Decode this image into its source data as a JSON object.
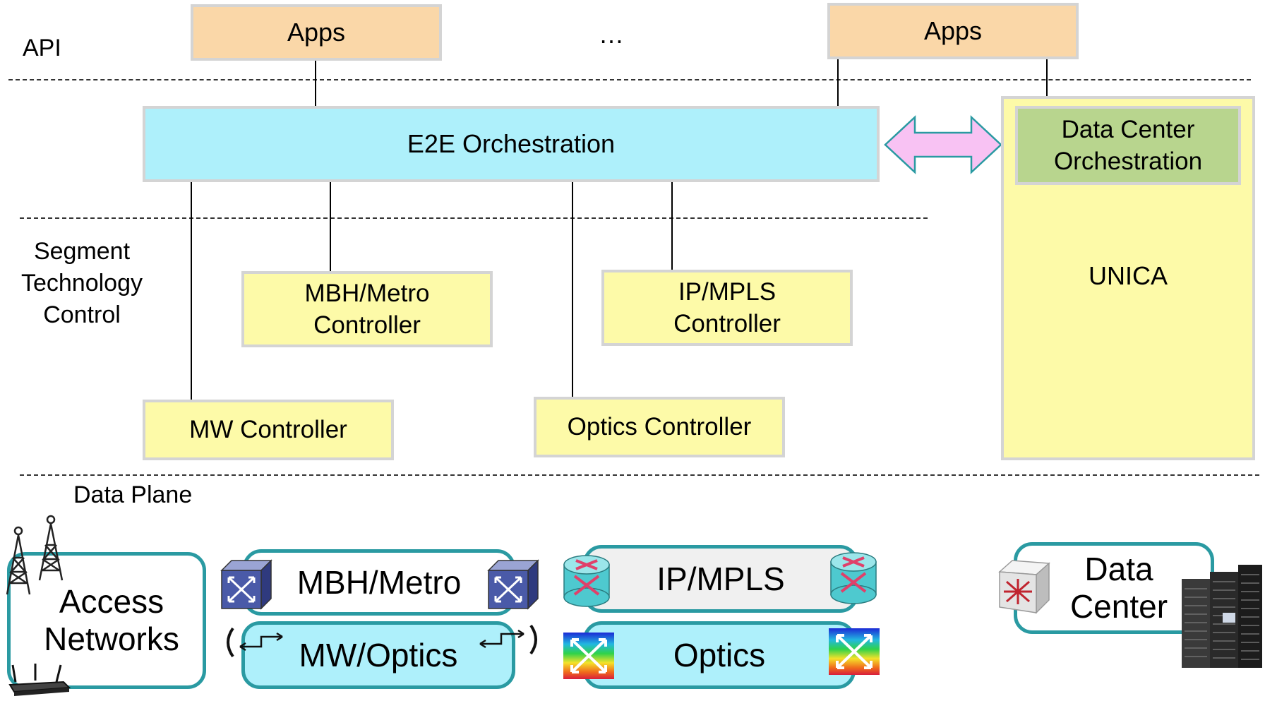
{
  "layers": {
    "api": "API",
    "segment": "Segment\nTechnology\nControl",
    "data_plane": "Data Plane"
  },
  "top": {
    "apps_left": "Apps",
    "ellipsis": "…",
    "apps_right": "Apps"
  },
  "orchestration": {
    "e2e": "E2E Orchestration",
    "dc": "Data Center\nOrchestration",
    "unica": "UNICA"
  },
  "controllers": {
    "mbh": "MBH/Metro\nController",
    "ipmpls": "IP/MPLS\nController",
    "mw": "MW Controller",
    "optics": "Optics Controller"
  },
  "data_plane": {
    "access": "Access\nNetworks",
    "mbh": "MBH/Metro",
    "mw_optics": "MW/Optics",
    "ipmpls": "IP/MPLS",
    "optics": "Optics",
    "datacenter": "Data\nCenter"
  },
  "colors": {
    "apps": "#fad7a8",
    "orchestration": "#aef0fb",
    "controller": "#fdfaa8",
    "dc_orchestration": "#b8d58e",
    "pill_border": "#2a9aa2",
    "bidirectional_arrow": "#f8c2f3"
  },
  "icons": [
    "antenna-tower-icon",
    "router-icon",
    "switch-cube-icon",
    "mpls-router-icon",
    "optical-switch-icon",
    "microwave-link-icon",
    "datacenter-switch-icon",
    "server-rack-icon"
  ]
}
